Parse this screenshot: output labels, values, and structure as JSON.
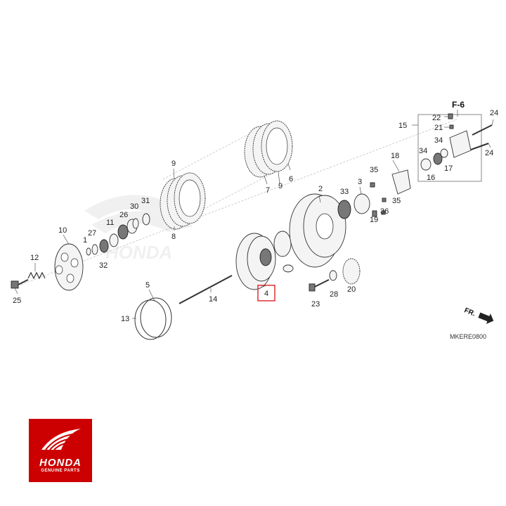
{
  "diagram": {
    "section_ref": "F-6",
    "diagram_code": "MKERE0800",
    "front_label": "FR.",
    "highlighted_part": "4",
    "callouts": [
      {
        "id": "c2",
        "text": "2"
      },
      {
        "id": "c3",
        "text": "3"
      },
      {
        "id": "c4",
        "text": "4"
      },
      {
        "id": "c5",
        "text": "5"
      },
      {
        "id": "c6",
        "text": "6"
      },
      {
        "id": "c7",
        "text": "7"
      },
      {
        "id": "c8",
        "text": "8"
      },
      {
        "id": "c9a",
        "text": "9"
      },
      {
        "id": "c9b",
        "text": "9"
      },
      {
        "id": "c10",
        "text": "10"
      },
      {
        "id": "c11",
        "text": "11"
      },
      {
        "id": "c12",
        "text": "12"
      },
      {
        "id": "c13",
        "text": "13"
      },
      {
        "id": "c14",
        "text": "14"
      },
      {
        "id": "c15",
        "text": "15"
      },
      {
        "id": "c16",
        "text": "16"
      },
      {
        "id": "c17",
        "text": "17"
      },
      {
        "id": "c18",
        "text": "18"
      },
      {
        "id": "c19",
        "text": "19"
      },
      {
        "id": "c20",
        "text": "20"
      },
      {
        "id": "c21",
        "text": "21"
      },
      {
        "id": "c22",
        "text": "22"
      },
      {
        "id": "c23",
        "text": "23"
      },
      {
        "id": "c24a",
        "text": "24"
      },
      {
        "id": "c24b",
        "text": "24"
      },
      {
        "id": "c25",
        "text": "25"
      },
      {
        "id": "c26",
        "text": "26"
      },
      {
        "id": "c27",
        "text": "27"
      },
      {
        "id": "c28",
        "text": "28"
      },
      {
        "id": "c30",
        "text": "30"
      },
      {
        "id": "c31",
        "text": "31"
      },
      {
        "id": "c32",
        "text": "32"
      },
      {
        "id": "c33",
        "text": "33"
      },
      {
        "id": "c34a",
        "text": "34"
      },
      {
        "id": "c34b",
        "text": "34"
      },
      {
        "id": "c35a",
        "text": "35"
      },
      {
        "id": "c35b",
        "text": "35"
      },
      {
        "id": "c36",
        "text": "36"
      },
      {
        "id": "c1",
        "text": "1"
      }
    ]
  },
  "logo": {
    "brand": "HONDA",
    "tagline": "GENUINE PARTS"
  }
}
